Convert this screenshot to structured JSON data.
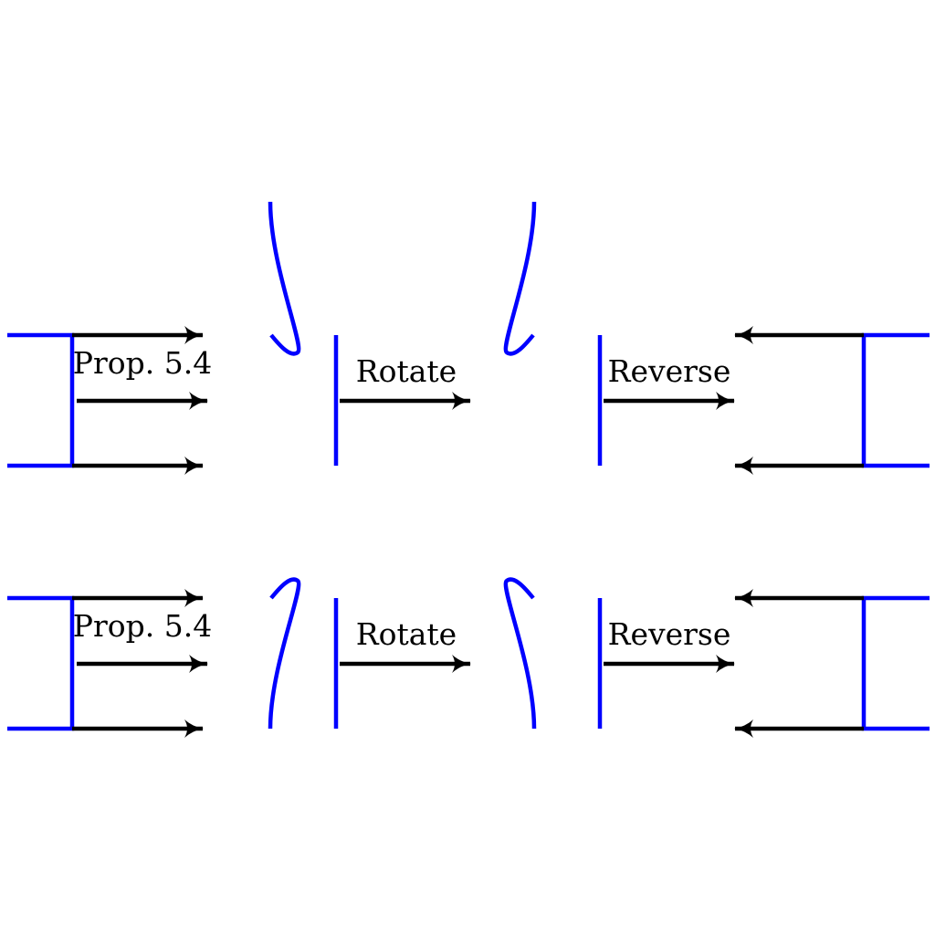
{
  "colors": {
    "curve": "#0000ff",
    "arrow": "#000000",
    "text": "#000000",
    "background": "#ffffff"
  },
  "rows": [
    {
      "step_labels": [
        "Prop. 5.4",
        "Rotate",
        "Reverse"
      ]
    },
    {
      "step_labels": [
        "Prop. 5.4",
        "Rotate",
        "Reverse"
      ]
    }
  ]
}
